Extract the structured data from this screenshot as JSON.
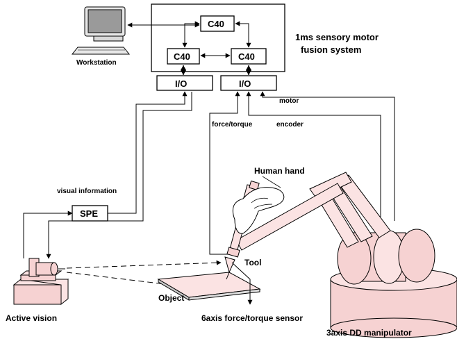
{
  "colors": {
    "robot": "#f6d2d2",
    "robot_light": "#fbe3e3",
    "lines": "#000000",
    "background": "#ffffff"
  },
  "icons": [
    "workstation-computer-icon",
    "active-vision-camera-icon",
    "human-hand-icon",
    "manipulator-arm-icon"
  ],
  "labels": {
    "workstation": "Workstation",
    "fusion_line1": "1ms sensory motor",
    "fusion_line2": "fusion system",
    "c40_top": "C40",
    "c40_left": "C40",
    "c40_right": "C40",
    "io_left": "I/O",
    "io_right": "I/O",
    "motor": "motor",
    "force_torque": "force/torque",
    "encoder": "encoder",
    "visual_information": "visual information",
    "spe": "SPE",
    "human_hand": "Human hand",
    "tool": "Tool",
    "object": "Object",
    "active_vision": "Active vision",
    "force_sensor": "6axis force/torque sensor",
    "manipulator": "3axis DD manipulator"
  }
}
